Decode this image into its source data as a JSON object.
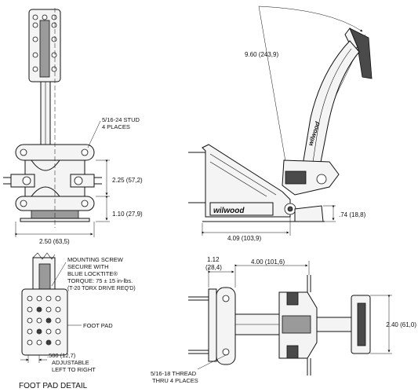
{
  "labels": {
    "stud": [
      "5/16-24 STUD",
      "4 PLACES"
    ],
    "dim_225": "2.25 (57,2)",
    "dim_110": "1.10 (27,9)",
    "dim_250": "2.50 (63,5)",
    "dim_960": "9.60 (243,9)",
    "dim_074": ".74 (18,8)",
    "dim_409": "4.09 (103,9)",
    "mount": [
      "MOUNTING SCREW",
      "SECURE WITH",
      "BLUE LOCKTITE®",
      "TORQUE: 75 ± 15 in-lbs.",
      "(T-20 TORX DRIVE REQ'D)"
    ],
    "foot_pad": "FOOT PAD",
    "dim_500": [
      ".500 (12,7)",
      "ADJUSTABLE",
      "LEFT TO RIGHT"
    ],
    "foot_pad_detail": "FOOT PAD DETAIL",
    "dim_112": [
      "1.12",
      "(28,4)"
    ],
    "dim_400": "4.00 (101,6)",
    "dim_240": "2.40 (61,0)",
    "thread": [
      "5/16-18 THREAD",
      "THRU 4 PLACES"
    ],
    "brand": "wilwood"
  }
}
